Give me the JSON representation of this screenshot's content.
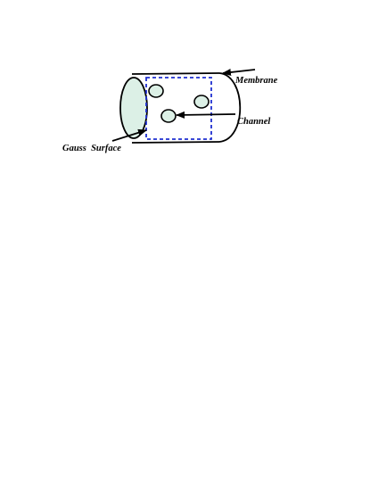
{
  "diagram": {
    "labels": {
      "membrane": "Membrane",
      "channel": "Channel",
      "gauss_surface": "Gauss  Surface"
    },
    "colors": {
      "background": "#ffffff",
      "stroke": "#000000",
      "end_cap_fill": "#dcf0e6",
      "channel_fill": "#dcf0e6",
      "gauss_surface": "#1f2fd0"
    },
    "channel_count": 3
  }
}
